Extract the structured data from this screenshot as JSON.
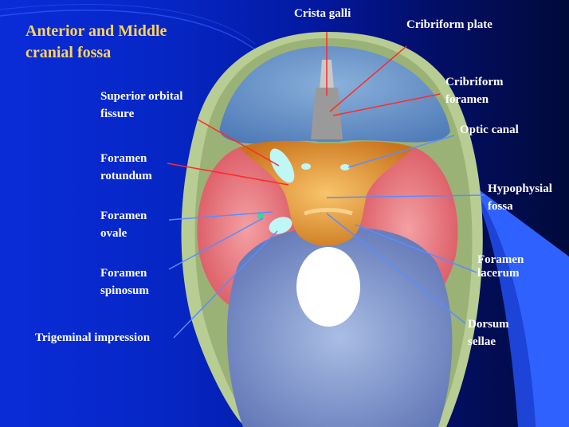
{
  "title": {
    "line1": "Anterior and Middle",
    "line2": "cranial fossa"
  },
  "labels": {
    "crista_galli": "Crista galli",
    "cribriform_plate": "Cribriform plate",
    "cribriform_foramen": {
      "line1": "Cribriform",
      "line2": "foramen"
    },
    "optic_canal": "Optic canal",
    "superior_orbital_fissure": {
      "line1": "Superior orbital",
      "line2": "fissure"
    },
    "foramen_rotundum": {
      "line1": "Foramen",
      "line2": "rotundum"
    },
    "foramen_ovale": {
      "line1": "Foramen",
      "line2": "ovale"
    },
    "foramen_spinosum": {
      "line1": "Foramen",
      "line2": "spinosum"
    },
    "trigeminal_impression": "Trigeminal impression",
    "hypophysial_fossa": {
      "line1": "Hypophysial",
      "line2": "fossa"
    },
    "foramen_lacerum": {
      "line1": "Foramen",
      "line2": "lacerum"
    },
    "dorsum_sellae": {
      "line1": "Dorsum",
      "line2": "sellae"
    }
  },
  "colors": {
    "title": "#ffd35a",
    "label_text": "#ffffff",
    "pointer_red": "#ff2a2a",
    "pointer_blue": "#5a8cff",
    "anterior_fossa": "#6f97c8",
    "middle_fossa_wing": "#e87f86",
    "sphenoid_body": "#e59a2c",
    "posterior_fossa": "#8da3d4",
    "skull_rim": "#bfd39a",
    "foramen_highlight": "#bff6f6"
  }
}
